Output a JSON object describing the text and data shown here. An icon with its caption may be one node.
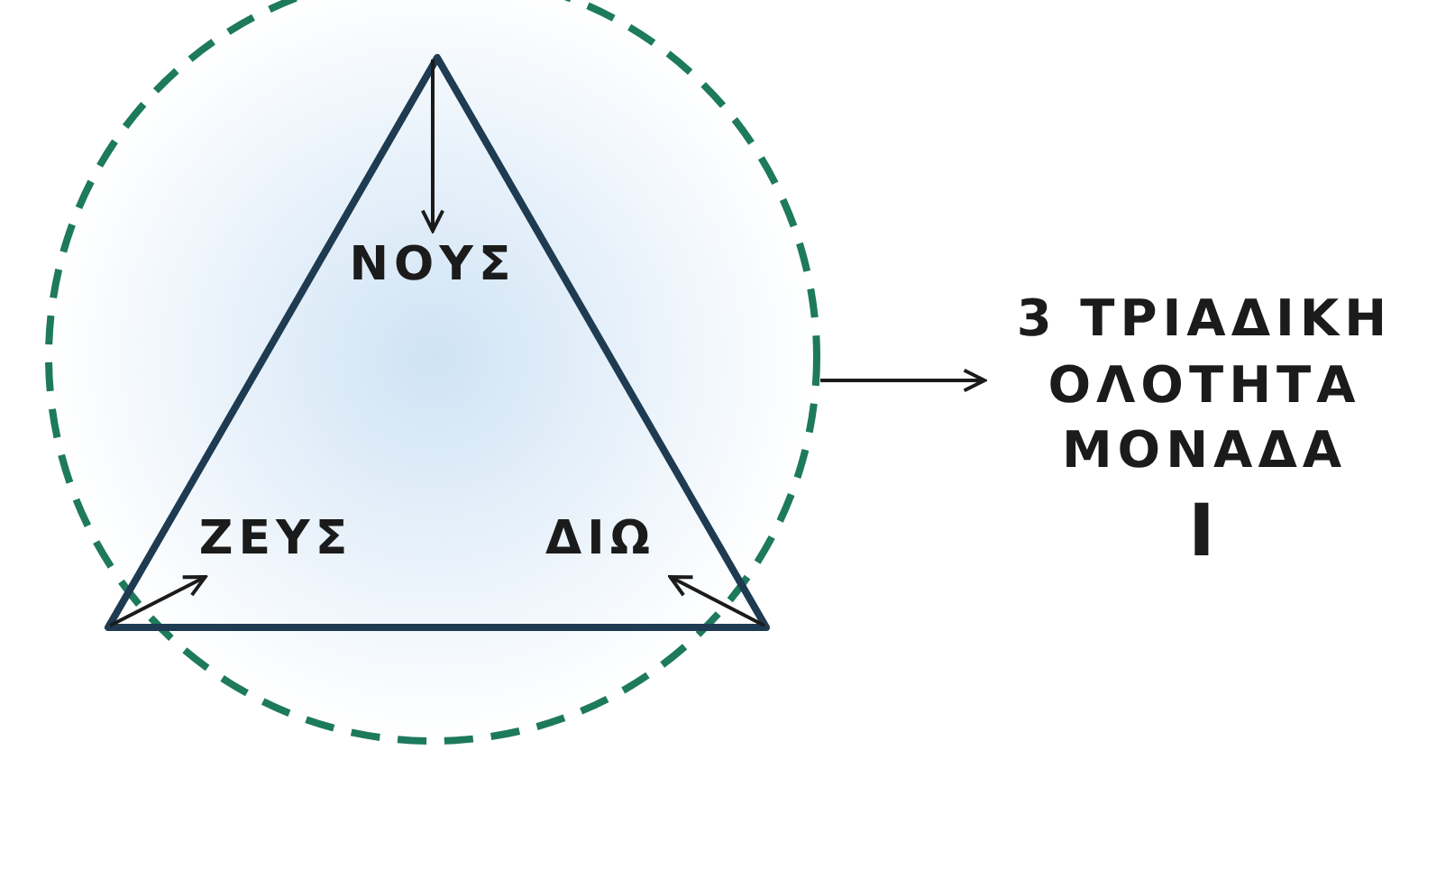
{
  "diagram": {
    "nodes": [
      {
        "text": [],
        "shape": "circle"
      },
      {
        "text": [],
        "shape": "triangle",
        "in": 0
      },
      {
        "text": [
          "ΝΟΥΣ"
        ],
        "in": 1
      },
      {
        "text": [
          "ΖΕΥΣ"
        ],
        "in": 1
      },
      {
        "text": [
          "ΔΙΩ"
        ],
        "in": 1
      },
      {
        "text": [
          "3 ΤΡΙΑΔΙΚΗ ΟΛΟΤΗΤΑ ΜΟΝΑΔΑ",
          "I"
        ]
      }
    ],
    "edges": [
      {
        "from": 0,
        "to": 5,
        "arrow": "to"
      },
      {
        "from": null,
        "to": 2,
        "arrow": "to"
      },
      {
        "from": null,
        "to": 3,
        "arrow": "to"
      },
      {
        "from": null,
        "to": 4,
        "arrow": "to"
      }
    ]
  }
}
